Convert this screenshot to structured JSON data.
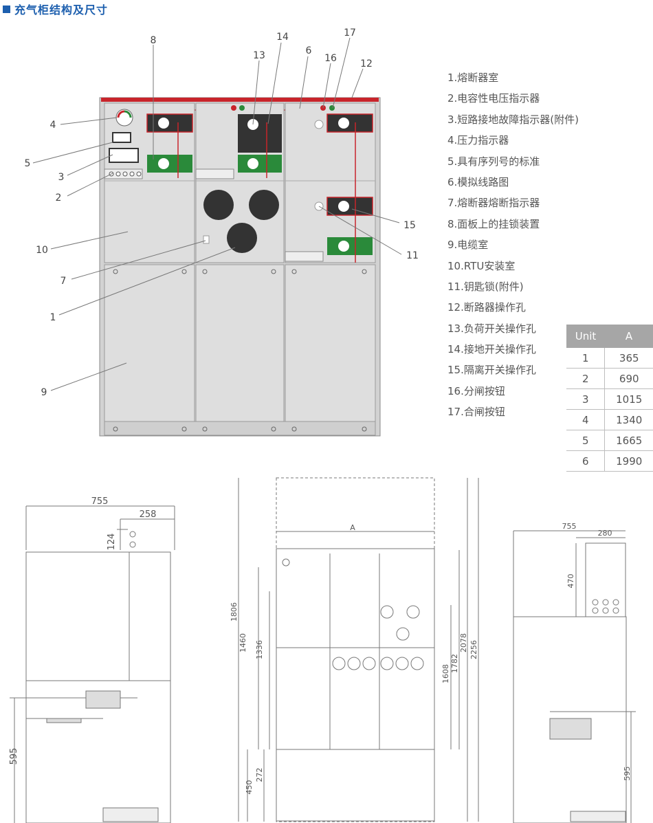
{
  "header": {
    "title": "充气柜结构及尺寸",
    "accent": "#1d5fae"
  },
  "callouts": [
    "8",
    "14",
    "13",
    "6",
    "16",
    "17",
    "12",
    "4",
    "5",
    "3",
    "2",
    "10",
    "7",
    "1",
    "9",
    "15",
    "11"
  ],
  "legend": [
    "1.熔断器室",
    "2.电容性电压指示器",
    "3.短路接地故障指示器(附件)",
    "4.压力指示器",
    "5.具有序列号的标准",
    "6.模拟线路图",
    "7.熔断器熔断指示器",
    "8.面板上的挂锁装置",
    "9.电缆室",
    "10.RTU安装室",
    "11.钥匙锁(附件)",
    "12.断路器操作孔",
    "13.负荷开关操作孔",
    "14.接地开关操作孔",
    "15.隔离开关操作孔",
    "16.分闸按钮",
    "17.合闸按钮"
  ],
  "unit_table": {
    "headers": [
      "Unit",
      "A"
    ],
    "rows": [
      [
        "1",
        "365"
      ],
      [
        "2",
        "690"
      ],
      [
        "3",
        "1015"
      ],
      [
        "4",
        "1340"
      ],
      [
        "5",
        "1665"
      ],
      [
        "6",
        "1990"
      ]
    ]
  },
  "dims": {
    "left": {
      "width": "755",
      "depth": "258",
      "top": "124",
      "height": "595"
    },
    "front": {
      "a": "A",
      "h1806": "1806",
      "h1460": "1460",
      "h1336": "1336",
      "h1608": "1608",
      "h1782": "1782",
      "h2078": "2078",
      "h2256": "2256",
      "h450": "450",
      "h272": "272"
    },
    "right": {
      "width": "755",
      "depth": "280",
      "top": "470",
      "height": "595"
    }
  },
  "colors": {
    "panel": "#dcdcdc",
    "red": "#c8242b",
    "green": "#2a8a3a",
    "dark": "#333333"
  }
}
